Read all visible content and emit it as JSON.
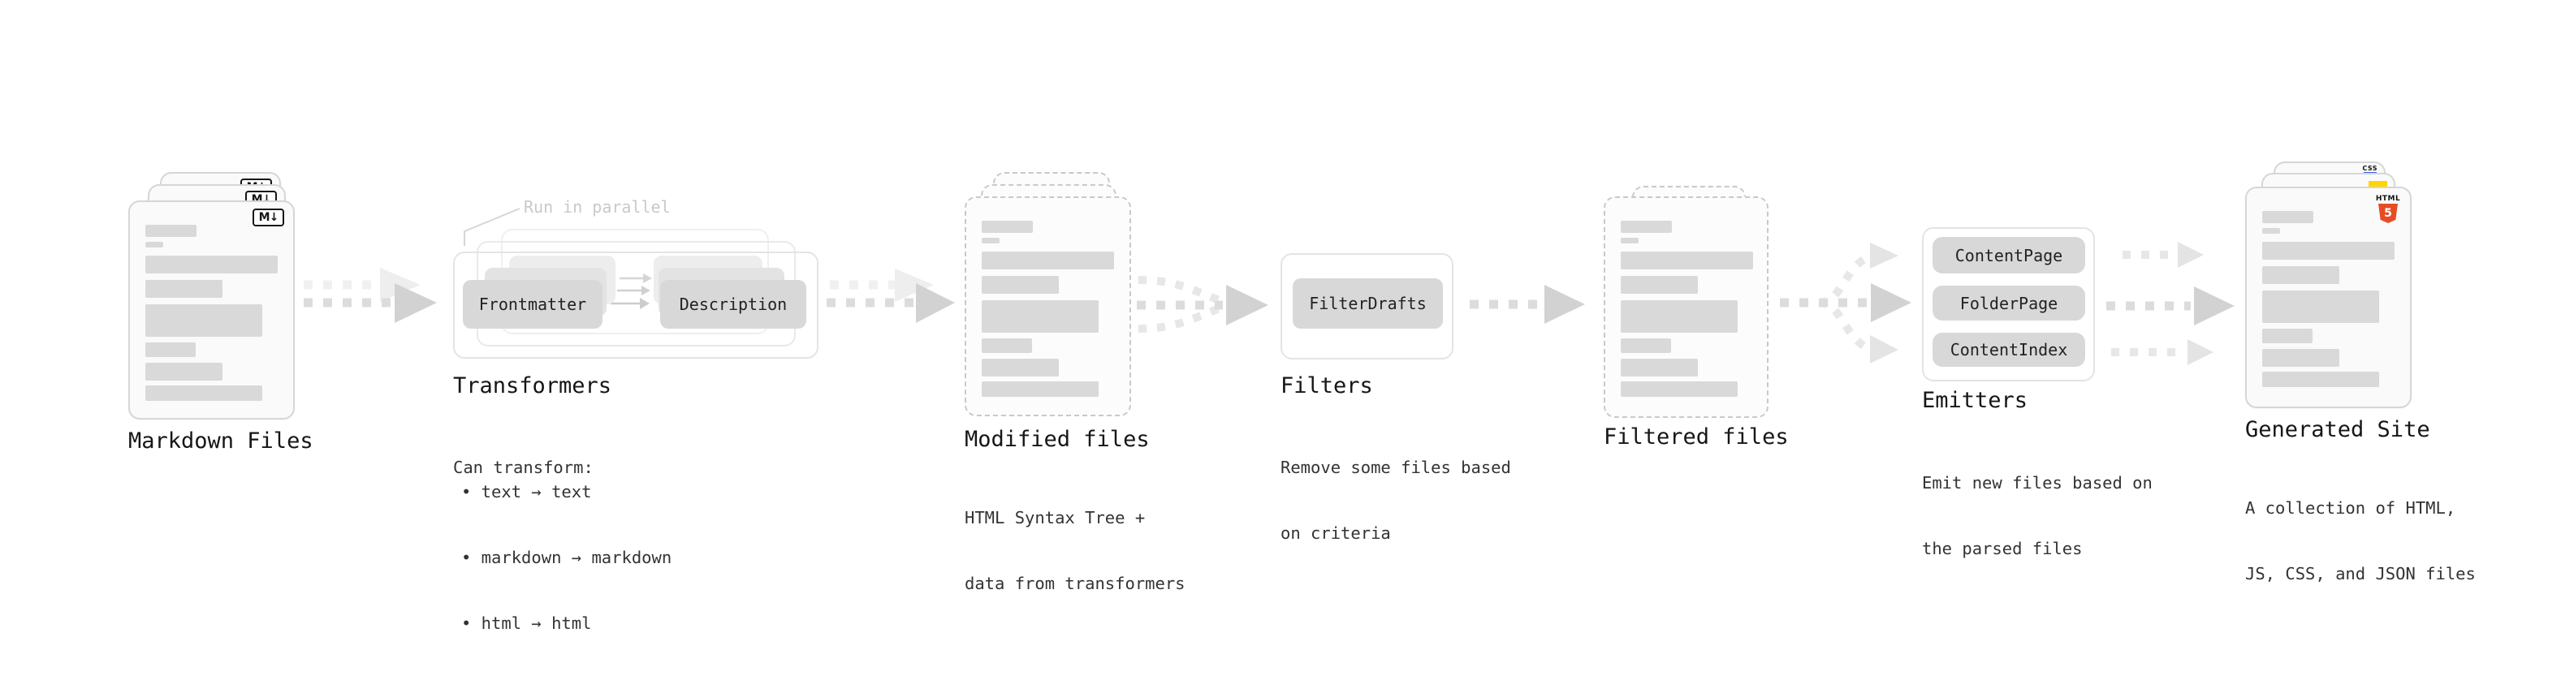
{
  "markdown": {
    "title": "Markdown Files",
    "badge": "M↓"
  },
  "transformers": {
    "title": "Transformers",
    "note": "Run in parallel",
    "box1": "Frontmatter",
    "box2": "Description",
    "caption": "Can transform:",
    "bullet1": "• text → text",
    "bullet2": "• markdown → markdown",
    "bullet3": "• html → html"
  },
  "modified": {
    "title": "Modified files",
    "caption1": "HTML Syntax Tree +",
    "caption2": "data from transformers"
  },
  "filters": {
    "title": "Filters",
    "box1": "FilterDrafts",
    "caption1": "Remove some files based",
    "caption2": "on criteria"
  },
  "filtered": {
    "title": "Filtered files"
  },
  "emitters": {
    "title": "Emitters",
    "box1": "ContentPage",
    "box2": "FolderPage",
    "box3": "ContentIndex",
    "caption1": "Emit new files based on",
    "caption2": "the parsed files"
  },
  "generated": {
    "title": "Generated Site",
    "caption1": "A collection of HTML,",
    "caption2": "JS, CSS, and JSON files",
    "html_label": "HTML",
    "html_five": "5",
    "css_label": "CSS"
  },
  "colors": {
    "html5_orange": "#e44d26",
    "js_yellow": "#ffd400",
    "css_blue": "#3366e0",
    "doc_bar_gray": "#d9d9d9",
    "box_gray": "#d8d8d8",
    "arrow_gray": "#dcdcdc",
    "arrow_ghost_gray": "#f0f0f0",
    "text_ink": "#161616"
  }
}
